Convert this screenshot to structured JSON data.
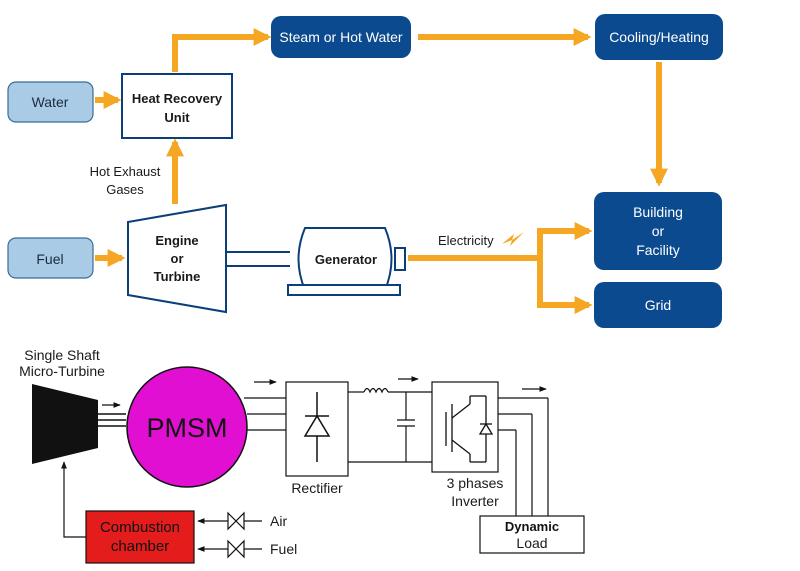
{
  "chp": {
    "water": "Water",
    "fuel": "Fuel",
    "heat_recovery": [
      "Heat Recovery",
      "Unit"
    ],
    "hot_exhaust": [
      "Hot Exhaust",
      "Gases"
    ],
    "engine": [
      "Engine",
      "or",
      "Turbine"
    ],
    "generator": "Generator",
    "steam": "Steam or Hot Water",
    "cooling": "Cooling/Heating",
    "electricity": "Electricity",
    "building": [
      "Building",
      "or",
      "Facility"
    ],
    "grid": "Grid"
  },
  "mt": {
    "turbine_label": [
      "Single Shaft",
      "Micro-Turbine"
    ],
    "pmsm": "PMSM",
    "rectifier": "Rectifier",
    "inverter": [
      "3 phases",
      "Inverter"
    ],
    "combustion": [
      "Combustion",
      "chamber"
    ],
    "air": "Air",
    "fuel": "Fuel",
    "load": [
      "Dynamic",
      "Load"
    ]
  },
  "colors": {
    "arrow": "#f5a623",
    "dark_box": "#0b4a8f",
    "light_box": "#a9cbe5",
    "pmsm": "#e10fd1",
    "combustion": "#e41c1c"
  }
}
